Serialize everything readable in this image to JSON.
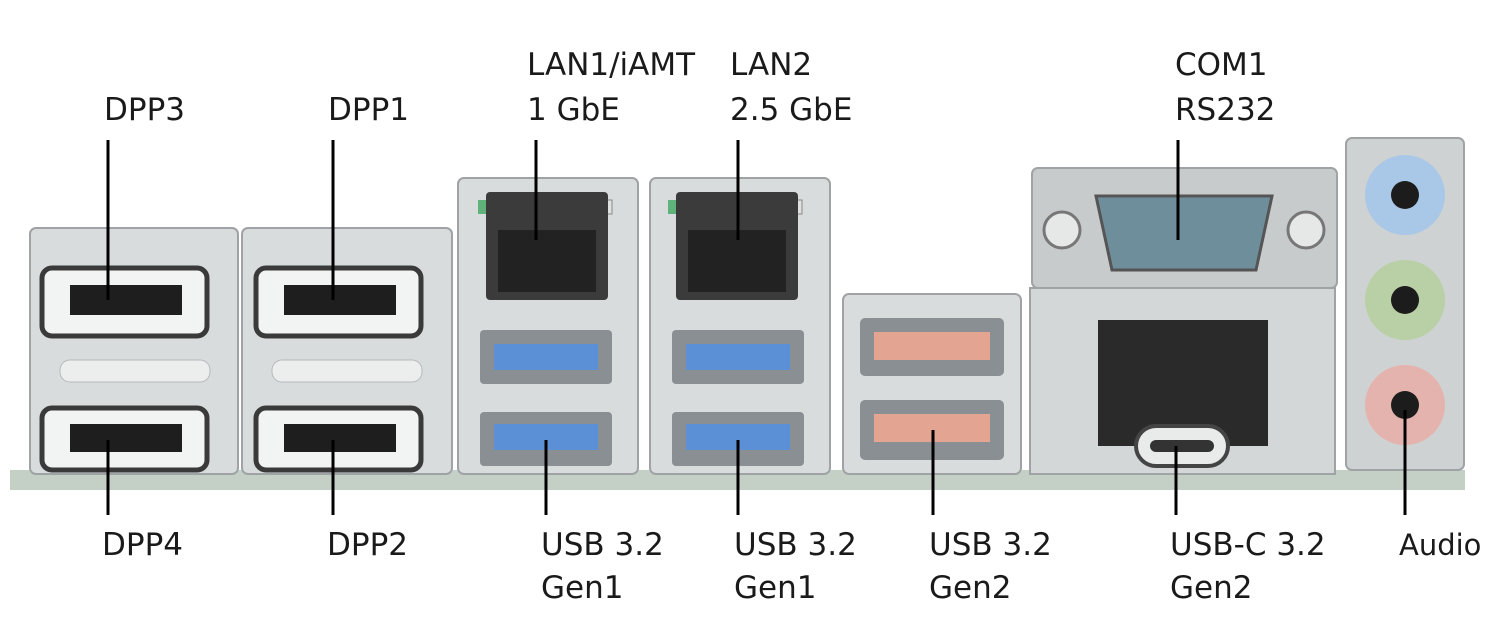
{
  "labels": {
    "dpp3": "DPP3",
    "dpp1": "DPP1",
    "lan1_l1": "LAN1/iAMT",
    "lan1_l2": "1 GbE",
    "lan2_l1": "LAN2",
    "lan2_l2": "2.5 GbE",
    "com1_l1": "COM1",
    "com1_l2": "RS232",
    "dpp4": "DPP4",
    "dpp2": "DPP2",
    "usb_a_l1": "USB 3.2",
    "usb_a_l2": "Gen1",
    "usb_b_l1": "USB 3.2",
    "usb_b_l2": "Gen1",
    "usb_c_l1": "USB 3.2",
    "usb_c_l2": "Gen2",
    "usbc_l1": "USB-C 3.2",
    "usbc_l2": "Gen2",
    "audio": "Audio"
  },
  "colors": {
    "metal": "#d9dcdd",
    "metal_dark": "#9fa3a5",
    "usb_gen1": "#5b8fd6",
    "usb_gen2": "#e3a491",
    "serial_port": "#6f8e9c",
    "jack_line_in": "#a9c7e6",
    "jack_line_out": "#b9cfa5",
    "jack_mic": "#e4b3ad",
    "led_green": "#5fb27a",
    "pcb": "#c4cfc6"
  }
}
